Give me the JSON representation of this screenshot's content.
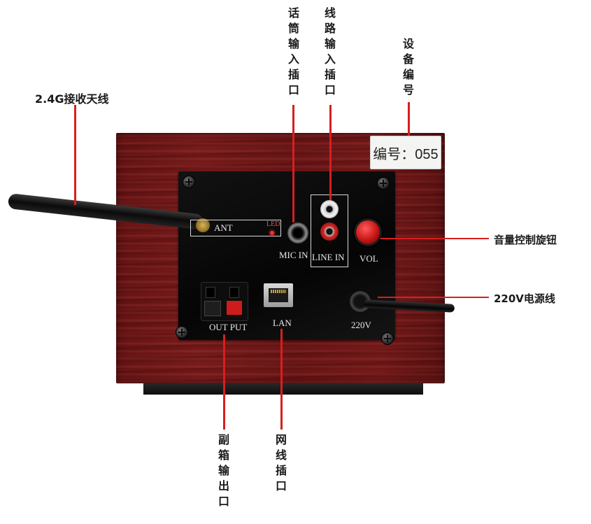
{
  "colors": {
    "leader_line": "#d81e1e",
    "wood": "#7a1a1a",
    "panel": "#0a0a0a"
  },
  "callouts": {
    "antenna": "2.4G接收天线",
    "mic_input": "话筒输入插口",
    "line_input": "线路输入插口",
    "device_number": "设备编号",
    "volume_knob": "音量控制旋钮",
    "power_cable": "220V电源线",
    "sub_output": "副箱输出口",
    "lan_port": "网线插口"
  },
  "device": {
    "sticker_text": "编号：055",
    "panel_labels": {
      "ant": "ANT",
      "led": "LED",
      "mic_in": "MIC IN",
      "line_in": "LINE IN",
      "vol": "VOL",
      "output": "OUT PUT",
      "lan": "LAN",
      "power": "220V"
    }
  }
}
